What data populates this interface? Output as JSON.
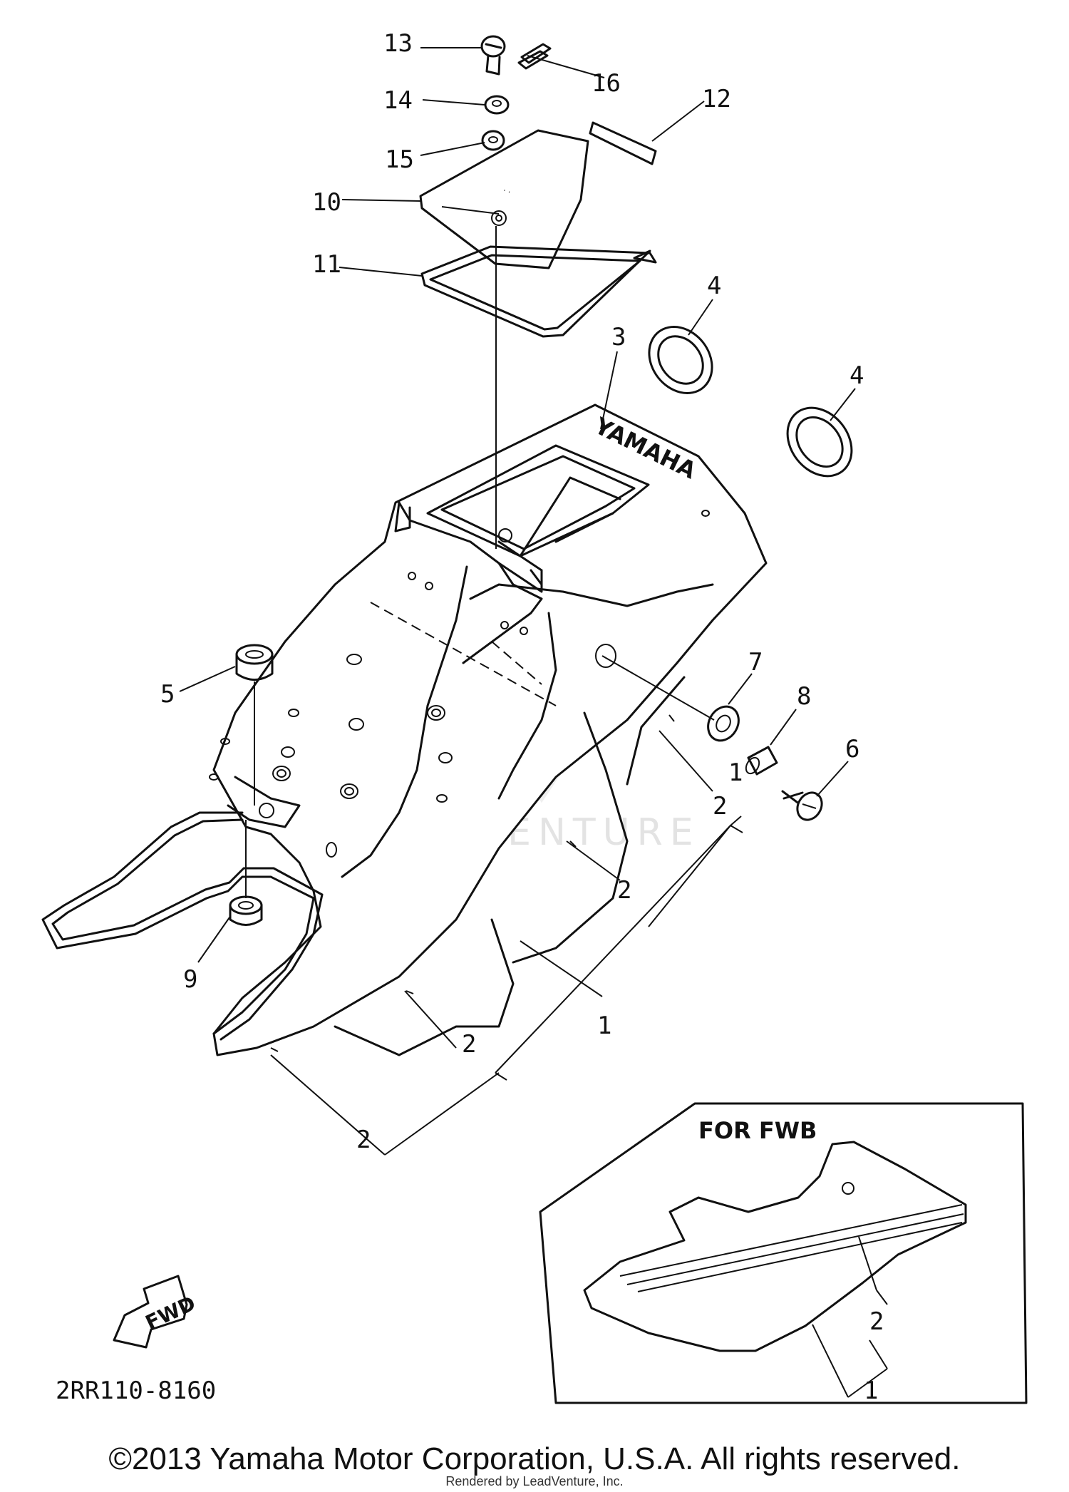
{
  "diagram": {
    "part_code": "2RR110-8160",
    "inset_title": "FOR FWB",
    "fwd_label": "FWD",
    "brand_mark": "YAMAHA",
    "callouts": [
      "1",
      "2",
      "3",
      "4",
      "5",
      "6",
      "7",
      "8",
      "9",
      "10",
      "11",
      "12",
      "13",
      "14",
      "15",
      "16"
    ]
  },
  "footer": {
    "copyright": "©2013 Yamaha Motor Corporation, U.S.A. All rights reserved.",
    "rendered_by": "Rendered by LeadVenture, Inc."
  },
  "watermark": {
    "text": "LEADVENTURE"
  }
}
